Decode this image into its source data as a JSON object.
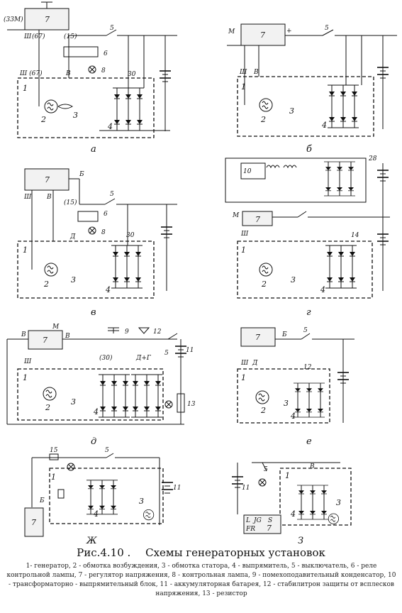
{
  "figure": {
    "number": "Рис.4.10 .",
    "title": "Схемы генераторных  установок",
    "legend": "1- генератор, 2 - обмотка возбуждения, 3 - обмотка статора, 4 - выпрямитель, 5 - выключатель, 6 - реле контрольной лампы, 7 - регулятор напряжения, 8 - контрольная лампа, 9 - помехоподавительный конденсатор, 10 - трансформаторно - выпрямительный блок, 11 - аккумуляторная батарея, 12 - стабилитрон защиты от всплесков напряжения, 13 - резистор"
  },
  "panels": [
    {
      "id": "a",
      "caption": "а"
    },
    {
      "id": "b",
      "caption": "б"
    },
    {
      "id": "v",
      "caption": "в"
    },
    {
      "id": "g",
      "caption": "г"
    },
    {
      "id": "d",
      "caption": "д"
    },
    {
      "id": "e",
      "caption": "е"
    },
    {
      "id": "zh",
      "caption": "Ж"
    },
    {
      "id": "z",
      "caption": "З"
    }
  ],
  "labels": {
    "reg": "7",
    "gen": "1",
    "winding": "2",
    "stator": "3",
    "rect": "4",
    "switch": "5",
    "relay": "6",
    "lamp": "8",
    "cap": "9",
    "trb": "10",
    "batt": "11",
    "zener": "12",
    "resistor": "13",
    "a_33m": "(33M)",
    "a_sh": "Ш",
    "a_67": "(67)",
    "a_15": "(15)",
    "a_sh2": "Ш (67)",
    "a_v": "В",
    "a_30": "30",
    "b_m": "М",
    "b_sh": "Ш",
    "b_v": "В",
    "b_plus": "+",
    "v_b": "Б",
    "v_sh": "Ш",
    "v_v": "В",
    "v_15": "(15)",
    "v_30": "30",
    "v_d": "Д",
    "g_28": "28",
    "g_m": "М",
    "g_sh": "Ш",
    "g_14": "14",
    "d_m": "М",
    "d_sh": "Ш",
    "d_v": "В",
    "d_30": "(30)",
    "d_d": "Д+Г",
    "e_b": "Б",
    "e_sh": "Ш",
    "e_d": "Д",
    "zh_15": "15",
    "zh_b": "Б",
    "z_l": "L",
    "z_jg": "JG",
    "z_s": "S",
    "z_fr": "FR",
    "z_b": "B"
  }
}
